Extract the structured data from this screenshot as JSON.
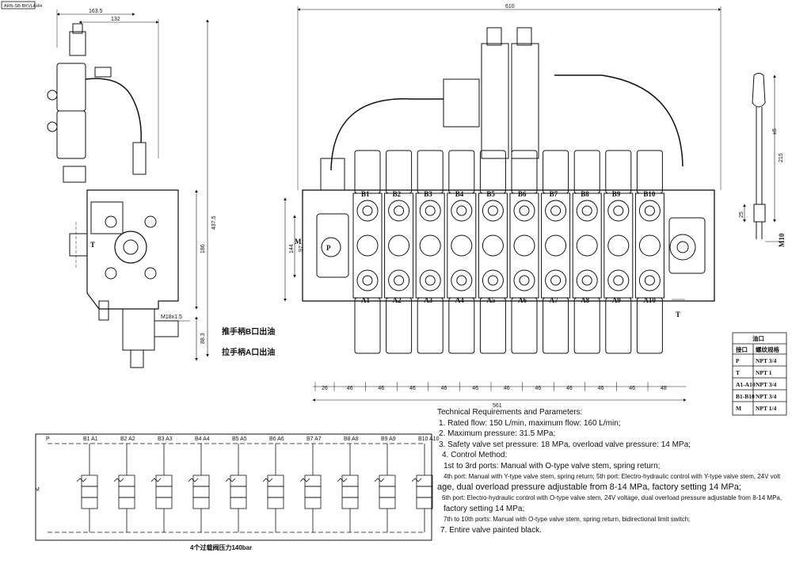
{
  "drawing_code": "AHN-SB-BKVLAHH",
  "dims": {
    "side_top_outer": "163.5",
    "side_top_inner": "132",
    "side_total_height": "437.5",
    "side_body_height": "186",
    "side_stroke": "88.3",
    "side_thread": "M18x1.5",
    "front_total_width": "610",
    "front_bottom_total": "561",
    "front_height_inner": "97",
    "front_height_outer": "144",
    "handle_length": "215",
    "handle_tolerance": "±5",
    "handle_tip": "25",
    "handle_thread": "M10",
    "pitch_first": "26",
    "pitch": "46",
    "pitch_last": "48"
  },
  "side_labels": {
    "push_label": "推手柄B口出油",
    "pull_label": "拉手柄A口出油"
  },
  "port_labels": {
    "top": [
      "B1",
      "B2",
      "B3",
      "B4",
      "B5",
      "B6",
      "B7",
      "B8",
      "B9",
      "B10"
    ],
    "bottom": [
      "A1",
      "A2",
      "A3",
      "A4",
      "A5",
      "A6",
      "A7",
      "A8",
      "A9",
      "A10"
    ],
    "p": "P",
    "t": "T",
    "m": "M"
  },
  "port_table": {
    "title": "油口",
    "headers": [
      "接口",
      "螺纹规格"
    ],
    "rows": [
      [
        "P",
        "NPT 3/4"
      ],
      [
        "T",
        "NPT 1"
      ],
      [
        "A1-A10",
        "NPT 3/4"
      ],
      [
        "B1-B10",
        "NPT 3/4"
      ],
      [
        "M",
        "NPT 1/4"
      ]
    ]
  },
  "schematic": {
    "top_labels": [
      "P",
      "B1 A1",
      "B2 A2",
      "B3 A3",
      "B4 A4",
      "B5 A5",
      "B6 A6",
      "B7 A7",
      "B8 A8",
      "B9 A9",
      "B10 A10"
    ],
    "left_label": "M",
    "caption": "4个过载阀压力140bar"
  },
  "notes": {
    "heading": "Technical Requirements and Parameters:",
    "lines": [
      "1. Rated flow: 150 L/min, maximum flow: 160 L/min;",
      "2. Maximum pressure: 31.5 MPa;",
      "3. Safety valve set pressure: 18 MPa, overload valve pressure: 14 MPa;",
      "4. Control Method:",
      "1st to 3rd ports: Manual with O-type valve stem, spring return;",
      "4th port: Manual with Y-type valve stem, spring return; 5th port: Electro-hydraulic control with Y-type valve stem, 24V volt",
      "age, dual overload pressure adjustable from 8-14 MPa, factory setting 14 MPa;",
      "6th port: Electro-hydraulic control with O-type valve stem, 24V voltage, dual overload pressure adjustable from 8-14 MPa,",
      "factory setting 14 MPa;",
      "7th to 10th ports: Manual with O-type valve stem, spring return, bidirectional limit switch;",
      "7. Entire valve painted black."
    ]
  }
}
